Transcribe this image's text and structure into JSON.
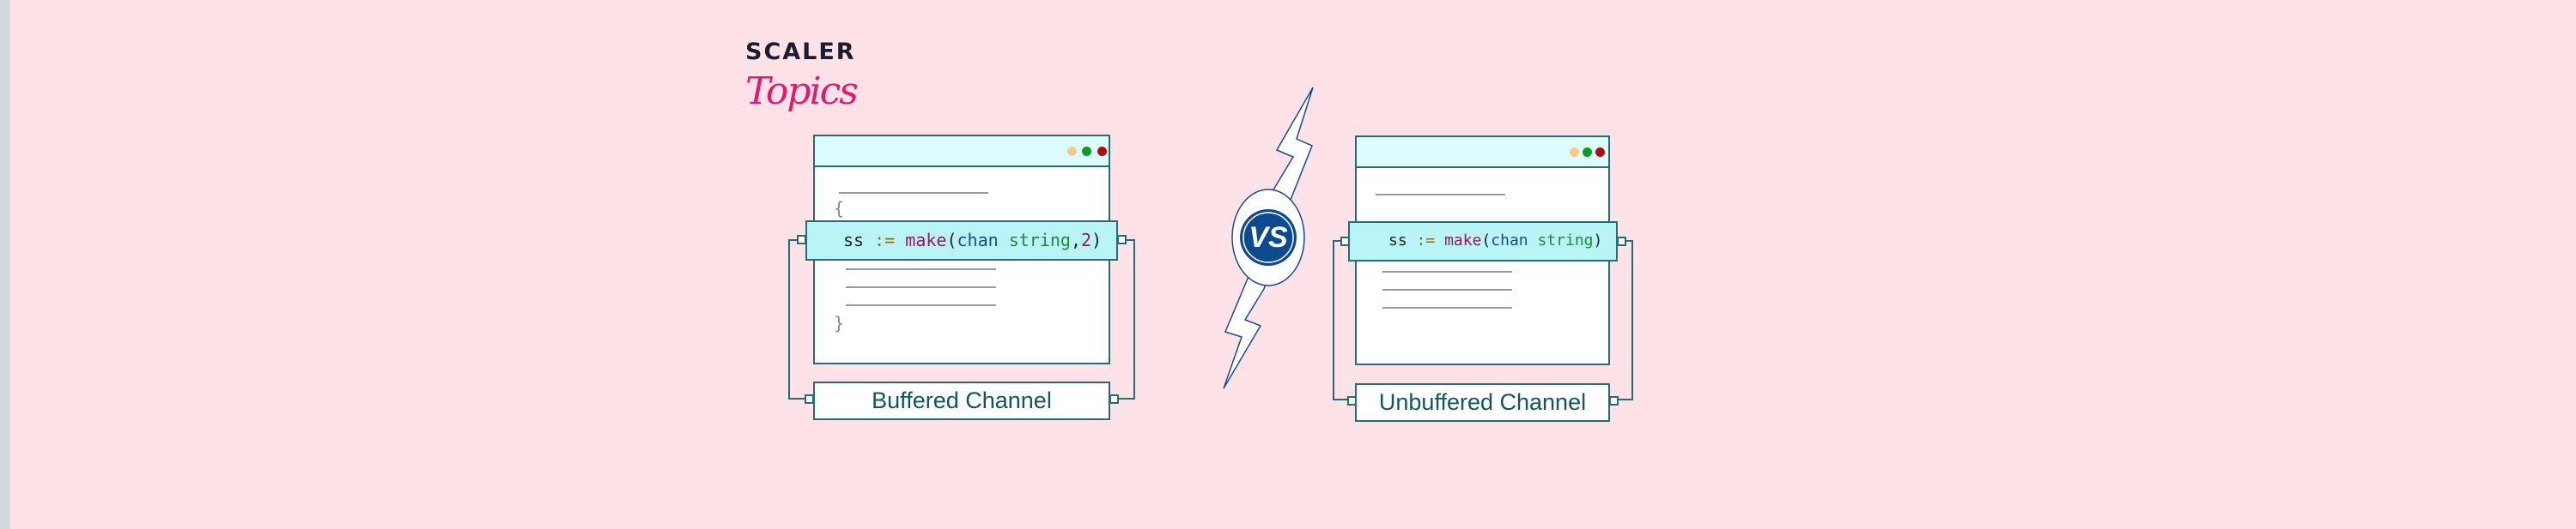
{
  "logo": {
    "top": "SCALER",
    "bottom": "Topics"
  },
  "vs_badge": {
    "label": "VS",
    "color": "#0d4a8e"
  },
  "window_dots": [
    "#fbc98a",
    "#0c9a2a",
    "#b00a14"
  ],
  "left": {
    "open_brace": "{",
    "close_brace": "}",
    "code": {
      "var": "ss",
      "op": ":=",
      "fn": "make",
      "open": "(",
      "kw": "chan",
      "type": "string",
      "sep": ",",
      "num": "2",
      "close": ")"
    },
    "label": "Buffered Channel"
  },
  "right": {
    "code": {
      "var": "ss",
      "op": ":=",
      "fn": "make",
      "open": "(",
      "kw": "chan",
      "type": "string",
      "close": ")"
    },
    "label": "Unbuffered Channel"
  }
}
